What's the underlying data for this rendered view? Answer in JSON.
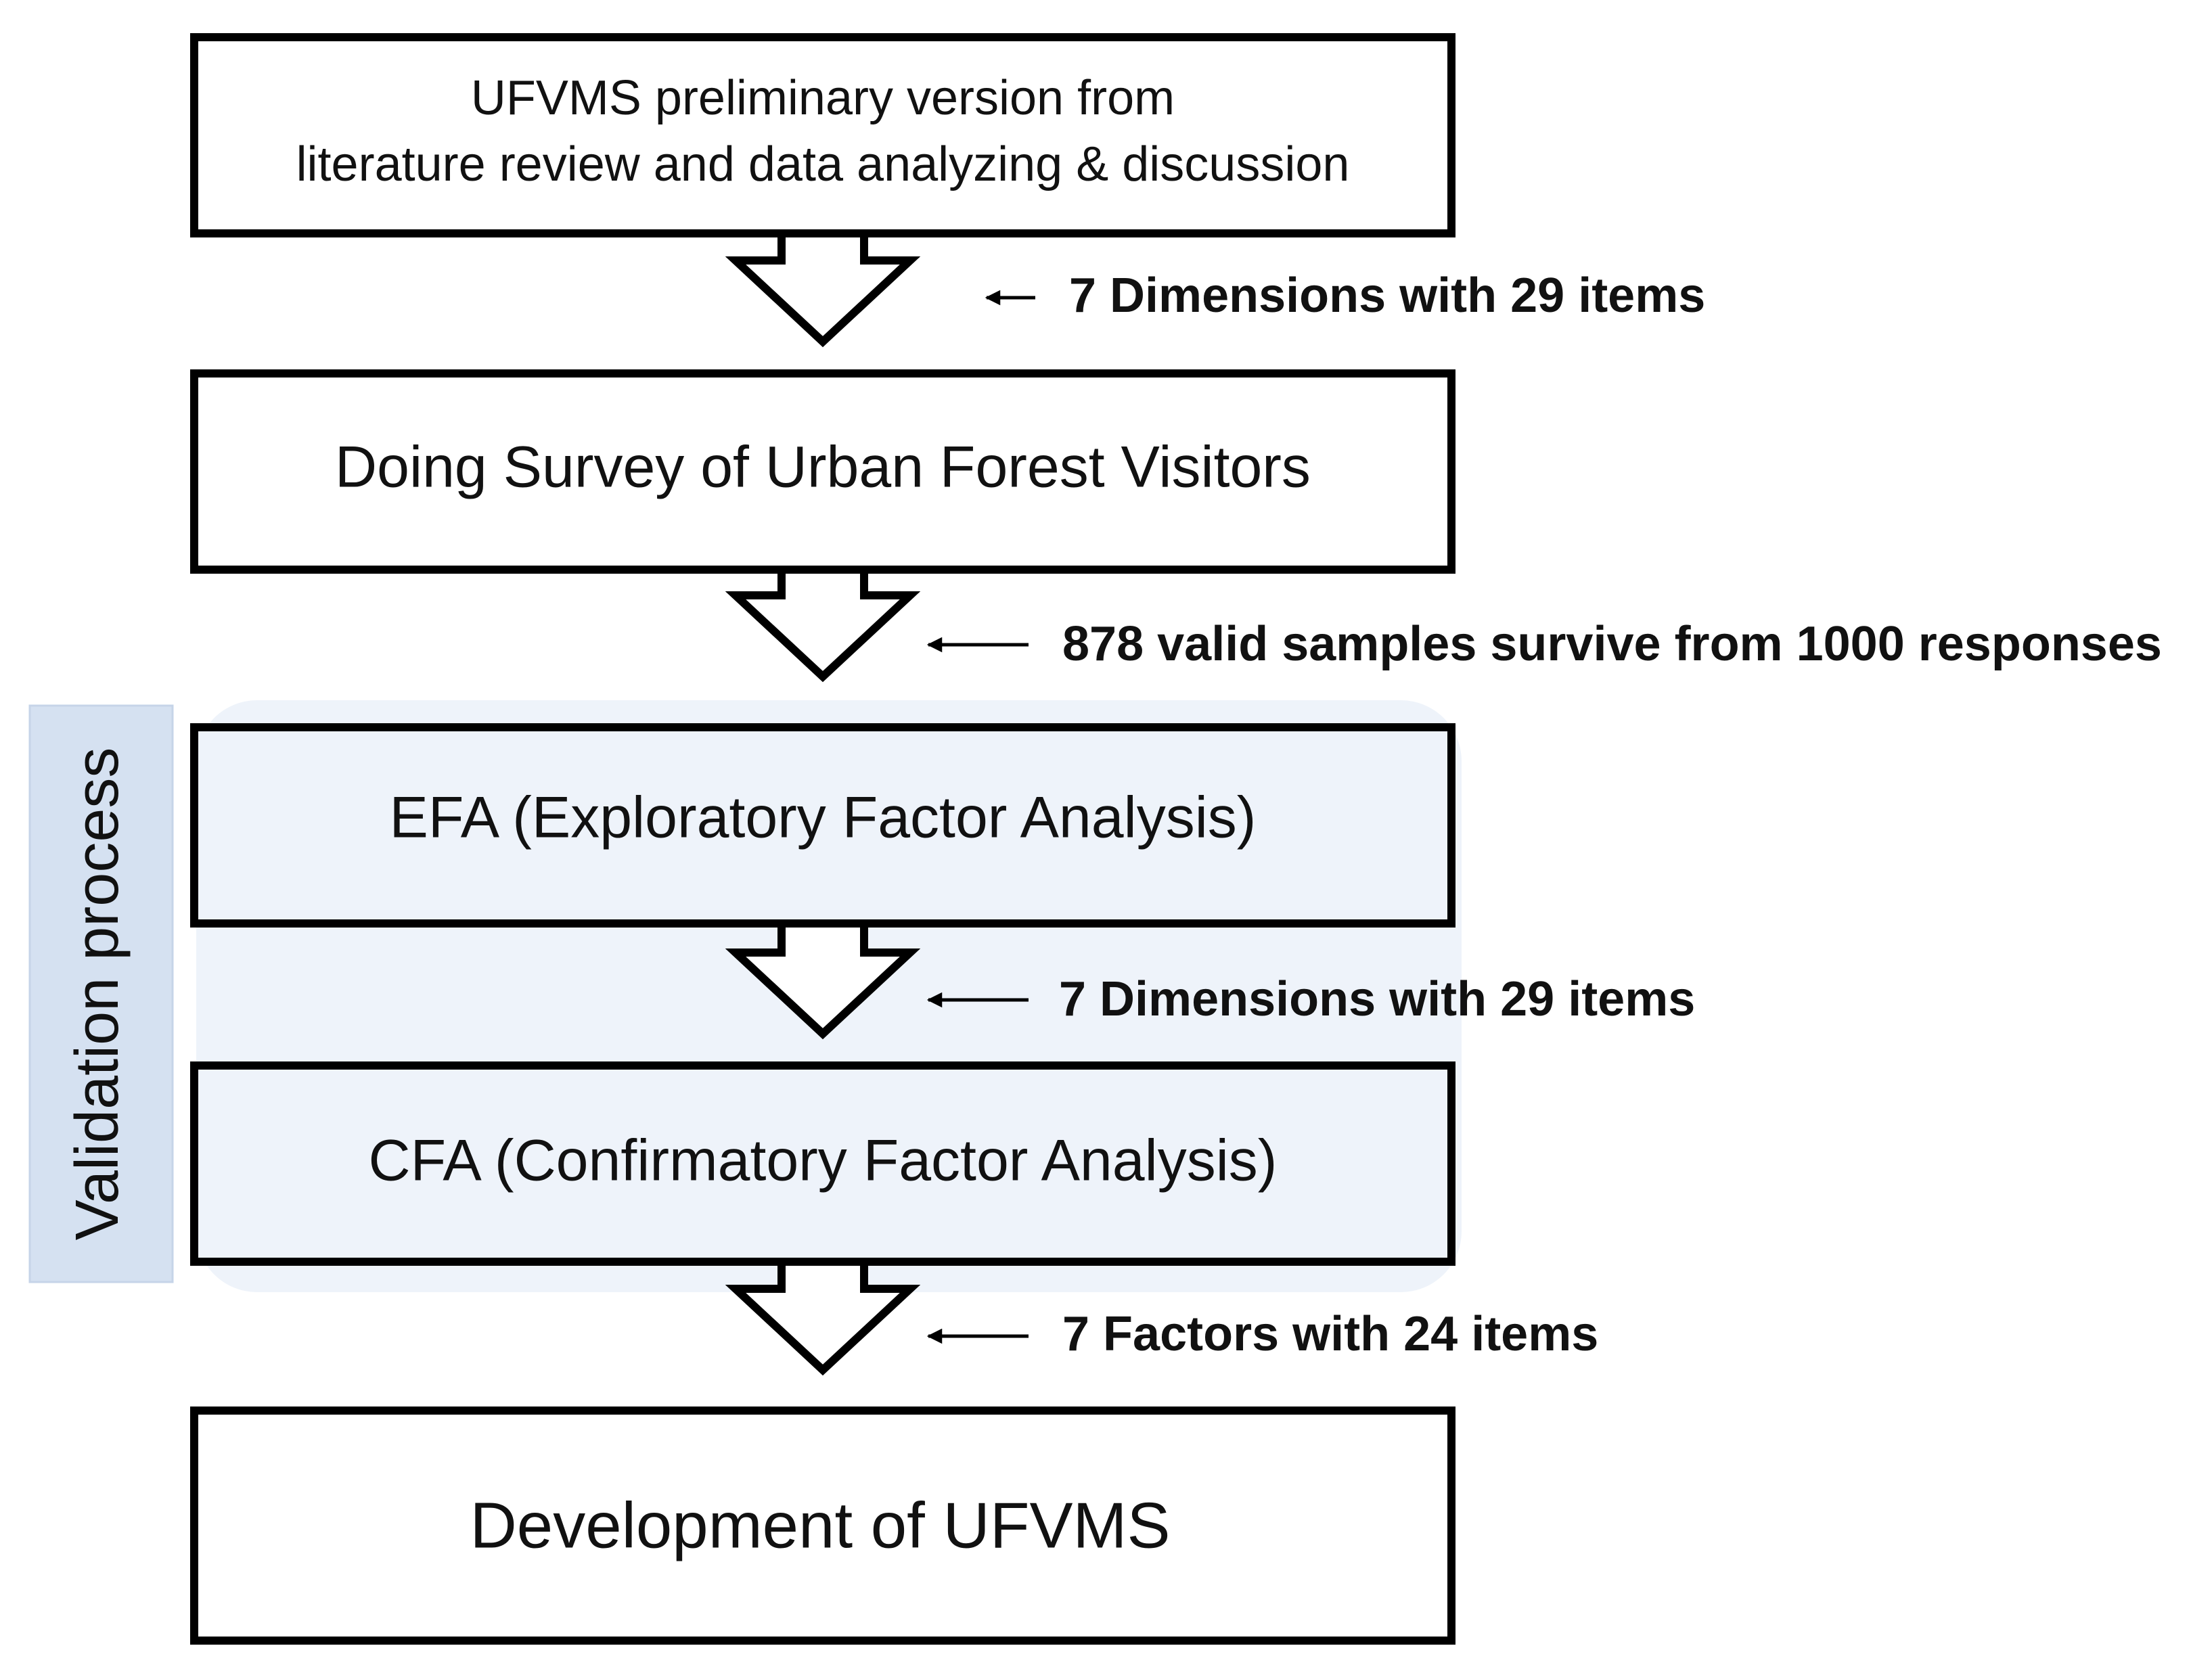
{
  "colors": {
    "box_stroke": "#000000",
    "box_fill": "#ffffff",
    "validation_panel": "#eef3fa",
    "validation_label_bg": "#d5e1f1",
    "text": "#111111"
  },
  "steps": [
    {
      "line1": "UFVMS preliminary version from",
      "line2": "literature review and data analyzing & discussion"
    },
    {
      "label": "Doing Survey of Urban Forest Visitors"
    },
    {
      "label": "EFA (Exploratory Factor Analysis)"
    },
    {
      "label": "CFA (Confirmatory Factor Analysis)"
    },
    {
      "label": "Development of UFVMS"
    }
  ],
  "notes": [
    "7 Dimensions with 29 items",
    "878 valid samples survive from 1000 responses",
    "7 Dimensions with 29 items",
    "7 Factors with 24 items"
  ],
  "validation_label": "Validation process"
}
